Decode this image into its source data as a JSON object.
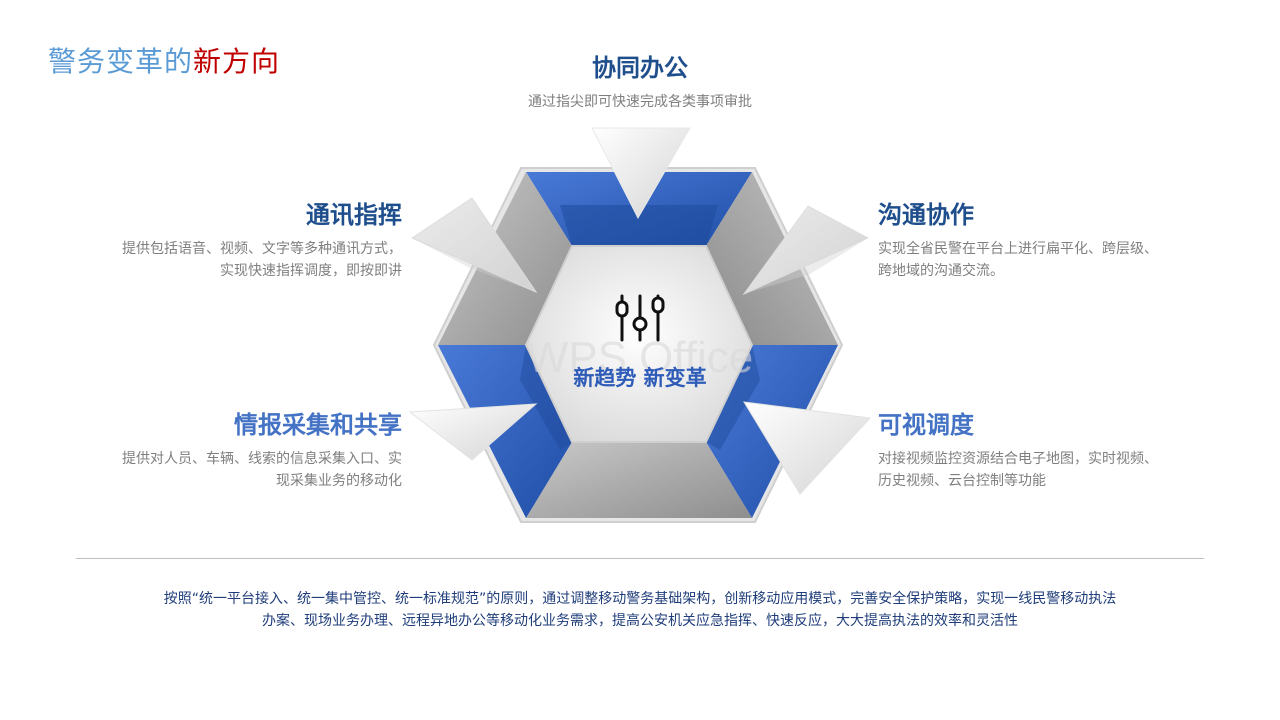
{
  "title": {
    "part1": "警务变革的",
    "part2": "新方向"
  },
  "center": {
    "label": "新趋势  新变革",
    "icon": "sliders-icon"
  },
  "top": {
    "heading": "协同办公",
    "desc": "通过指尖即可快速完成各类事项审批"
  },
  "top_left": {
    "heading": "通讯指挥",
    "desc_line1": "提供包括语音、视频、文字等多种通讯方式，",
    "desc_line2": "实现快速指挥调度，即按即讲"
  },
  "bottom_left": {
    "heading": "情报采集和共享",
    "desc_line1": "提供对人员、车辆、线索的信息采集入口、实",
    "desc_line2": "现采集业务的移动化"
  },
  "top_right": {
    "heading": "沟通协作",
    "desc_line1": "实现全省民警在平台上进行扁平化、跨层级、",
    "desc_line2": "跨地域的沟通交流。"
  },
  "bottom_right": {
    "heading": "可视调度",
    "desc_line1": "对接视频监控资源结合电子地图，实时视频、",
    "desc_line2": "历史视频、云台控制等功能"
  },
  "summary": {
    "line1": "按照“统一平台接入、统一集中管控、统一标准规范”的原则，通过调整移动警务基础架构，创新移动应用模式，完善安全保护策略，实现一线民警移动执法",
    "line2": "办案、现场业务办理、远程异地办公等移动化业务需求，提高公安机关应急指挥、快速反应，大大提高执法的效率和灵活性"
  },
  "watermark": "WPS Office",
  "colors": {
    "blue": "#2e5cb8",
    "dark_blue": "#1f4e8c",
    "gray": "#9e9e9e",
    "title_blue": "#5b9bd5",
    "title_red": "#c00000"
  }
}
